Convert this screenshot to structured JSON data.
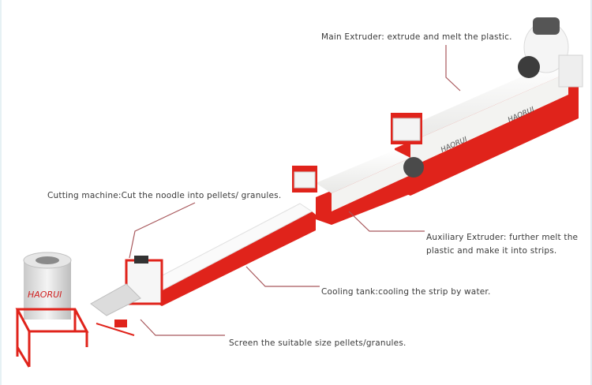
{
  "diagram": {
    "brand": "HAORUI",
    "colors": {
      "machine_red": "#e0231b",
      "machine_white": "#f7f7f5",
      "leader_line": "#a8585c",
      "text": "#3a3a3a"
    },
    "callouts": [
      {
        "id": "main_extruder",
        "text": "Main Extruder: extrude and melt the plastic."
      },
      {
        "id": "cutting_machine",
        "text": "Cutting machine:Cut the noodle into pellets/ granules."
      },
      {
        "id": "auxiliary_extruder",
        "line1": "Auxiliary Extruder: further melt the",
        "line2": "plastic and make it into strips."
      },
      {
        "id": "cooling_tank",
        "text": "Cooling tank:cooling the strip by water."
      },
      {
        "id": "screen",
        "text": "Screen the suitable size pellets/granules."
      }
    ]
  }
}
